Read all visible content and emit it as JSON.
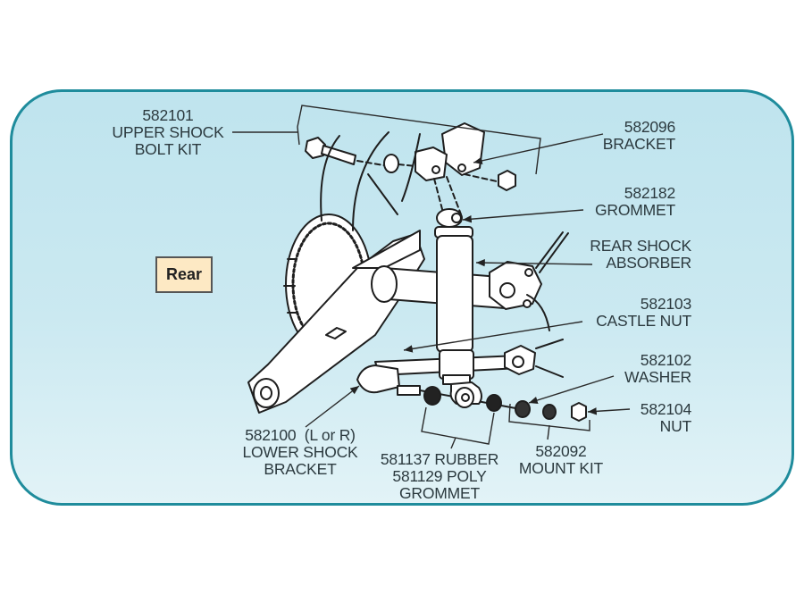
{
  "diagram": {
    "section_tag": "Rear",
    "colors": {
      "panel_border": "#1f8c9c",
      "panel_fill": "#c6e7f0",
      "tag_fill": "#fde9c4",
      "text": "#2c3a3f"
    },
    "callouts": [
      {
        "id": "upper-shock-bolt-kit",
        "part_number": "582101",
        "lines": [
          "UPPER SHOCK",
          "BOLT KIT"
        ]
      },
      {
        "id": "bracket",
        "part_number": "582096",
        "lines": [
          "BRACKET"
        ]
      },
      {
        "id": "grommet-upper",
        "part_number": "582182",
        "lines": [
          "GROMMET"
        ]
      },
      {
        "id": "rear-shock-absorber",
        "part_number": "",
        "lines": [
          "REAR SHOCK",
          "ABSORBER"
        ]
      },
      {
        "id": "castle-nut",
        "part_number": "582103",
        "lines": [
          "CASTLE NUT"
        ]
      },
      {
        "id": "washer",
        "part_number": "582102",
        "lines": [
          "WASHER"
        ]
      },
      {
        "id": "nut",
        "part_number": "582104",
        "lines": [
          "NUT"
        ]
      },
      {
        "id": "lower-shock-bracket",
        "part_number": "582100",
        "qualifier": "(L or R)",
        "lines": [
          "LOWER SHOCK",
          "BRACKET"
        ]
      },
      {
        "id": "lower-grommet",
        "part_number": "",
        "lines": [
          "581137 RUBBER",
          "581129 POLY",
          "GROMMET"
        ]
      },
      {
        "id": "mount-kit",
        "part_number": "582092",
        "lines": [
          "MOUNT KIT"
        ]
      }
    ]
  }
}
